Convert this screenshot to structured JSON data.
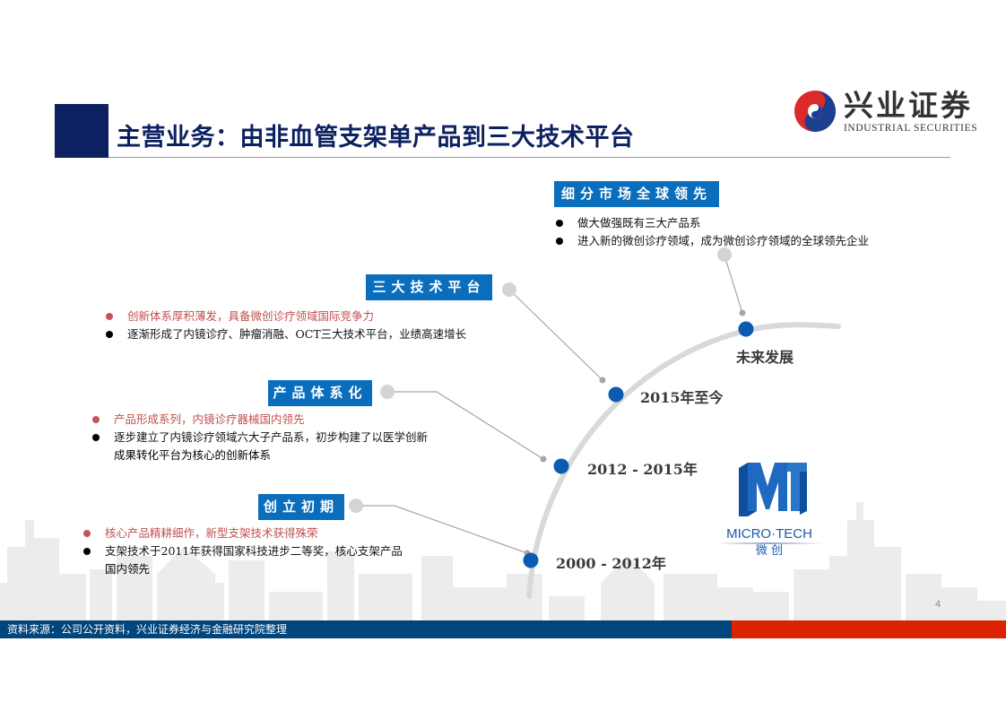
{
  "header": {
    "title": "主营业务：由非血管支架单产品到三大技术平台"
  },
  "brand": {
    "name_cn": "兴业证券",
    "name_en": "INDUSTRIAL SECURITIES",
    "colors": {
      "navy": "#0d2161",
      "red": "#dc2200",
      "footer_blue": "#00457c",
      "label_blue": "#0a6ebd",
      "node_blue": "#0a5cb0"
    }
  },
  "timeline": {
    "stages": [
      {
        "label": "创立初期",
        "milestone": "2000 - 2012年",
        "bullets": [
          {
            "type": "highlight",
            "text": "核心产品精耕细作，新型支架技术获得殊荣"
          },
          {
            "type": "normal",
            "lines": [
              "支架技术于2011年获得国家科技进步二等奖，核心支架产品",
              "国内领先"
            ]
          }
        ]
      },
      {
        "label": "产品体系化",
        "milestone": "2012 - 2015年",
        "bullets": [
          {
            "type": "highlight",
            "text": "产品形成系列，内镜诊疗器械国内领先"
          },
          {
            "type": "normal",
            "lines": [
              "逐步建立了内镜诊疗领域六大子产品系，初步构建了以医学创新",
              "成果转化平台为核心的创新体系"
            ]
          }
        ]
      },
      {
        "label": "三大技术平台",
        "milestone": "2015年至今",
        "bullets": [
          {
            "type": "highlight",
            "text": "创新体系厚积薄发，具备微创诊疗领域国际竞争力"
          },
          {
            "type": "normal",
            "lines": [
              "逐渐形成了内镜诊疗、肿瘤消融、OCT三大技术平台，业绩高速增长"
            ]
          }
        ]
      },
      {
        "label": "细分市场全球领先",
        "milestone": "未来发展",
        "bullets": [
          {
            "type": "normal",
            "lines": [
              "做大做强既有三大产品系"
            ]
          },
          {
            "type": "normal",
            "lines": [
              "进入新的微创诊疗领域，成为微创诊疗领域的全球领先企业"
            ]
          }
        ]
      }
    ]
  },
  "company_logo": {
    "name_en": "MICRO·TECH",
    "name_cn": "微 创"
  },
  "footer": {
    "source": "资料来源：公司公开资料，兴业证券经济与金融研究院整理",
    "page_number": "4"
  }
}
